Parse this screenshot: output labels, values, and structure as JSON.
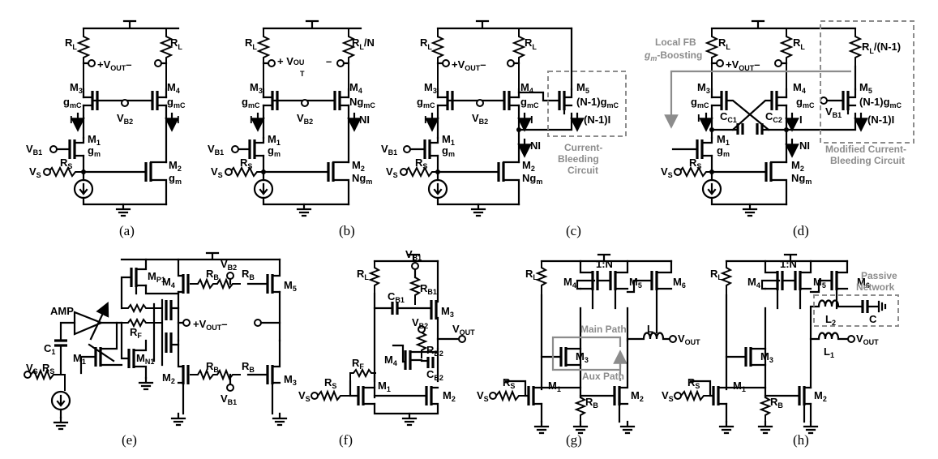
{
  "panels": [
    {
      "caption": "(a)",
      "labels": [
        "R_L",
        "R_L",
        "+V_OUT−",
        "M_3",
        "g_mC",
        "M_4",
        "g_mC",
        "V_B2",
        "I",
        "I",
        "V_B1",
        "M_1",
        "g_m",
        "R_S",
        "V_S",
        "M_2",
        "g_m"
      ]
    },
    {
      "caption": "(b)",
      "labels": [
        "R_L",
        "R_L/N",
        "+V_OUT−",
        "M_3",
        "g_mC",
        "M_4",
        "Ng_mC",
        "V_B2",
        "I",
        "NI",
        "V_B1",
        "M_1",
        "g_m",
        "R_S",
        "V_S",
        "M_2",
        "Ng_m"
      ]
    },
    {
      "caption": "(c)",
      "labels": [
        "R_L",
        "R_L",
        "+V_OUT−",
        "M_3",
        "g_mC",
        "M_4",
        "g_mC",
        "M_5",
        "(N-1)g_mC",
        "(N-1)I",
        "V_B2",
        "I",
        "I",
        "NI",
        "V_B1",
        "M_1",
        "g_m",
        "R_S",
        "V_S",
        "M_2",
        "Ng_m",
        "Current-Bleeding Circuit"
      ]
    },
    {
      "caption": "(d)",
      "labels": [
        "Local FB g_m-Boosting",
        "R_L",
        "R_L",
        "R_L/(N-1)",
        "+V_OUT−",
        "M_3",
        "g_mC",
        "M_4",
        "g_mC",
        "C_C1",
        "C_C2",
        "M_5",
        "(N-1)g_mC",
        "V_B1",
        "(N-1)I",
        "I",
        "I",
        "NI",
        "M_1",
        "g_m",
        "R_S",
        "V_S",
        "M_2",
        "Ng_m",
        "Modified Current-Bleeding Circuit"
      ]
    },
    {
      "caption": "(e)",
      "labels": [
        "V_B2",
        "M_P1",
        "M_4",
        "R_B",
        "R_B",
        "M_5",
        "AMP",
        "R_F",
        "+V_OUT−",
        "C_1",
        "M_1",
        "M_N1",
        "V_S",
        "R_S",
        "M_2",
        "R_B",
        "R_B",
        "V_B1",
        "M_3"
      ]
    },
    {
      "caption": "(f)",
      "labels": [
        "R_L",
        "V_B1",
        "R_B1",
        "C_B1",
        "M_3",
        "V_OUT",
        "V_B2",
        "R_B2",
        "M_4",
        "C_B2",
        "R_F",
        "R_S",
        "V_S",
        "M_1",
        "M_2"
      ]
    },
    {
      "caption": "(g)",
      "labels": [
        "1:N",
        "R_L",
        "M_4",
        "M_5",
        "M_6",
        "Main Path",
        "L",
        "V_OUT",
        "M_3",
        "Aux Path",
        "R_S",
        "V_S",
        "M_1",
        "R_B",
        "M_2"
      ]
    },
    {
      "caption": "(h)",
      "labels": [
        "1:N",
        "R_L",
        "M_4",
        "M_5",
        "M_6",
        "Passive Network",
        "L_2",
        "C",
        "V_OUT",
        "L_1",
        "M_3",
        "R_S",
        "V_S",
        "M_1",
        "R_B",
        "M_2"
      ]
    }
  ]
}
